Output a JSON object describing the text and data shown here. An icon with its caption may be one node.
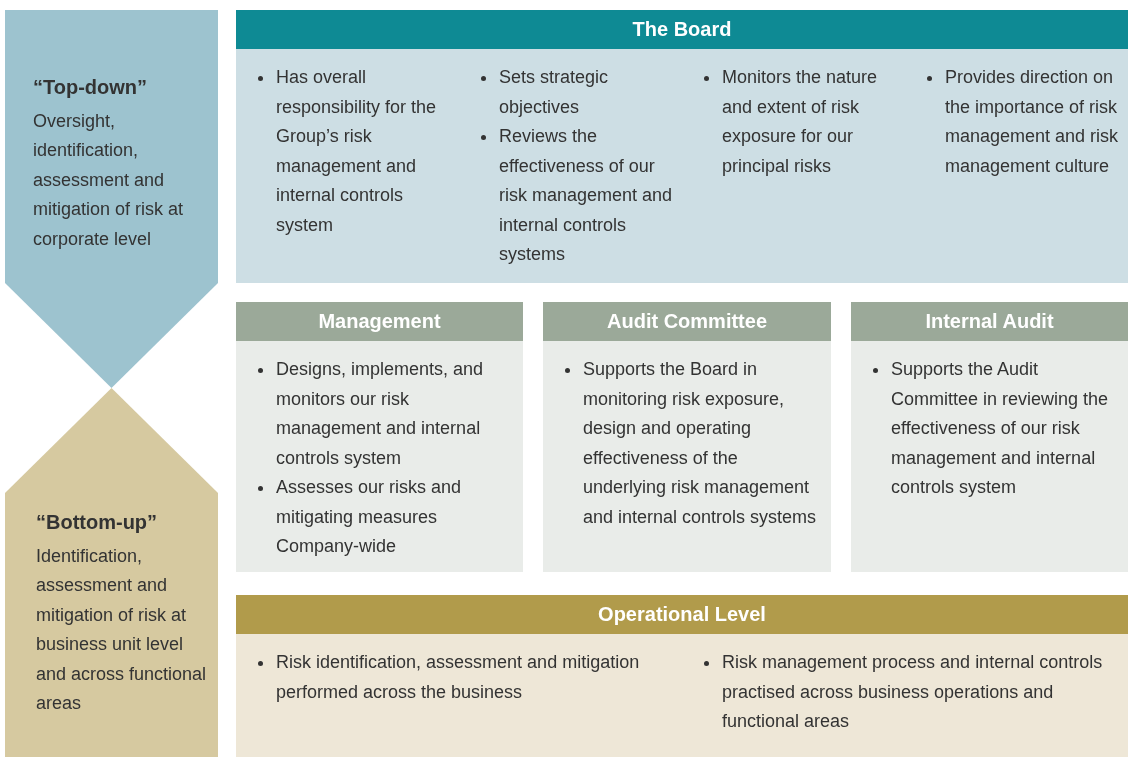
{
  "diagram": {
    "nodes": [
      {
        "text": [
          "“Top-down”",
          "Oversight, identification, assessment and mitigation of risk at corporate level"
        ]
      },
      {
        "text": [
          "The Board",
          "Has overall responsibility for the Group’s risk management and internal controls system",
          "Sets strategic objectives",
          "Reviews the effectiveness of our risk management and internal controls systems",
          "Monitors the nature and extent of risk exposure for our principal risks",
          "Provides direction on the importance of risk management and risk management culture"
        ]
      },
      {
        "text": [
          "Management",
          "Designs, implements, and monitors our risk management and internal controls system",
          "Assesses our risks and mitigating measures Company-wide"
        ]
      },
      {
        "text": [
          "Audit Committee",
          "Supports the Board in monitoring risk exposure, design and operating effectiveness of the underlying risk management and internal controls systems"
        ]
      },
      {
        "text": [
          "Internal Audit",
          "Supports the Audit Committee in reviewing the effectiveness of our risk management and internal controls system"
        ]
      },
      {
        "text": [
          "“Bottom-up”",
          "Identification, assessment and mitigation of risk at business unit level and across functional areas"
        ]
      },
      {
        "text": [
          "Operational Level",
          "Risk identification, assessment and mitigation performed across the business",
          "Risk management process and internal controls practised across business operations and functional areas"
        ]
      }
    ],
    "edges": []
  }
}
